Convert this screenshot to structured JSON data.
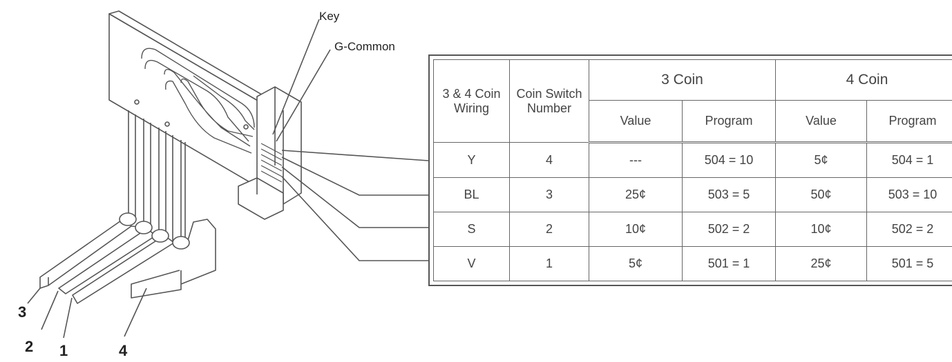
{
  "callouts": {
    "key": "Key",
    "g_common": "G-Common"
  },
  "levers": [
    "3",
    "2",
    "1",
    "4"
  ],
  "table": {
    "header": {
      "wiring": "3 & 4 Coin Wiring",
      "switch": "Coin Switch Number",
      "three_coin": "3 Coin",
      "four_coin": "4 Coin",
      "value": "Value",
      "program": "Program"
    },
    "rows": [
      {
        "wiring": "Y",
        "switch": "4",
        "v3": "---",
        "p3": "504 = 10",
        "v4": "5¢",
        "p4": "504 = 1"
      },
      {
        "wiring": "BL",
        "switch": "3",
        "v3": "25¢",
        "p3": "503 = 5",
        "v4": "50¢",
        "p4": "503 = 10"
      },
      {
        "wiring": "S",
        "switch": "2",
        "v3": "10¢",
        "p3": "502 = 2",
        "v4": "10¢",
        "p4": "502 = 2"
      },
      {
        "wiring": "V",
        "switch": "1",
        "v3": "5¢",
        "p3": "501 = 1",
        "v4": "25¢",
        "p4": "501 = 5"
      }
    ]
  }
}
